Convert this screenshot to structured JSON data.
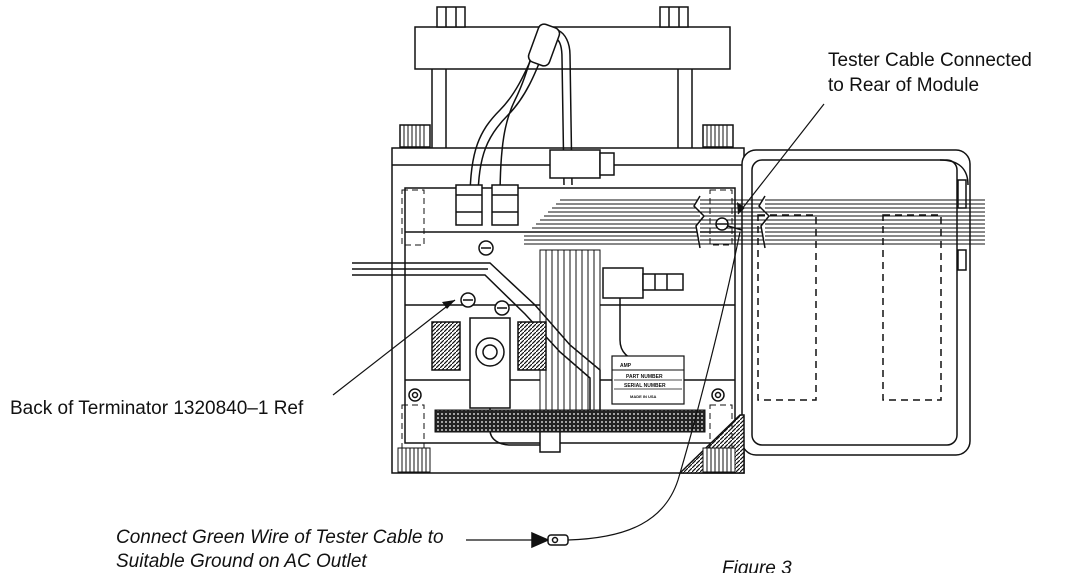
{
  "callouts": {
    "tester_cable_line1": "Tester Cable Connected",
    "tester_cable_line2": "to Rear of Module",
    "terminator_back": "Back of Terminator 1320840–1 Ref",
    "green_wire_line1": "Connect Green Wire of Tester Cable to",
    "green_wire_line2": "Suitable Ground on AC Outlet"
  },
  "figure_caption": "Figure 3",
  "plate": {
    "brand": "AMP",
    "part_number_label": "PART NUMBER",
    "serial_number_label": "SERIAL NUMBER",
    "made_in_label": "MADE IN USA"
  }
}
